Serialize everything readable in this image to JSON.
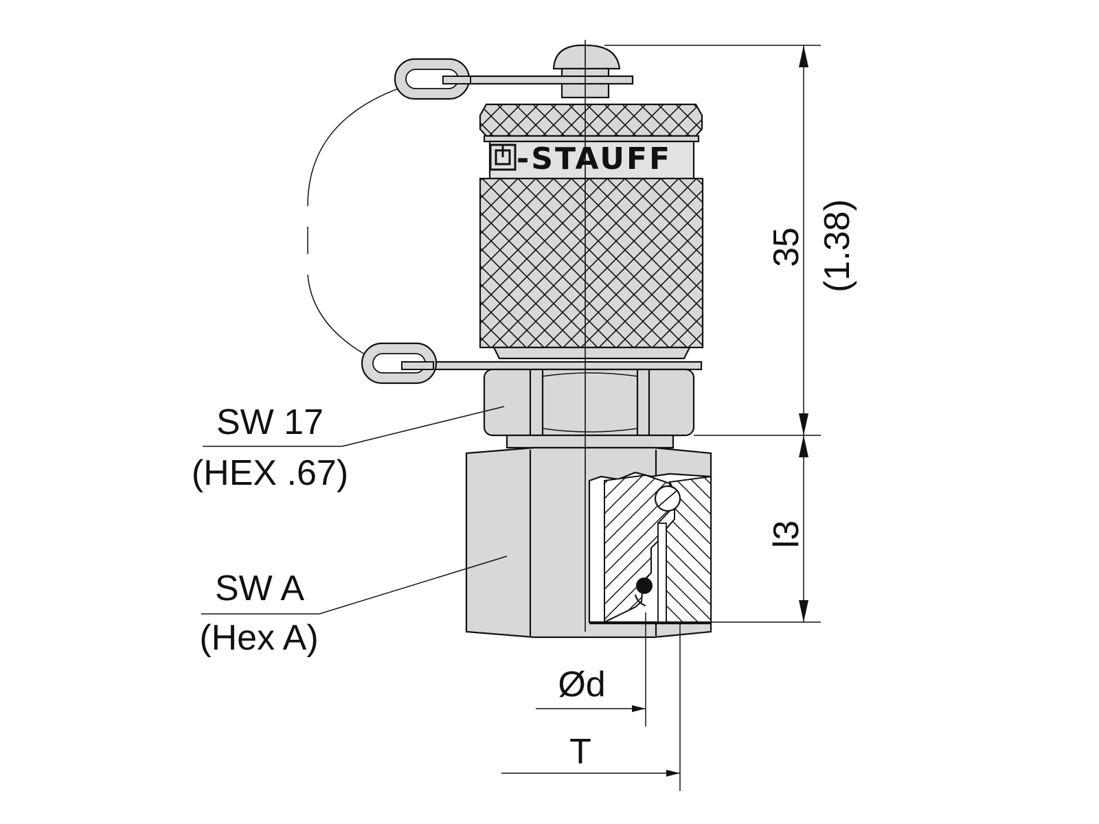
{
  "brand": {
    "text": "-STAUFF"
  },
  "labels": {
    "hex_nut": "SW 17",
    "hex_nut_imperial": "(HEX .67)",
    "hex_body": "SW A",
    "hex_body_imperial": "(Hex A)",
    "bore": "Ød",
    "thread": "T"
  },
  "dimensions": {
    "overall_height": "35",
    "overall_height_imperial": "(1.38)",
    "thread_length": "l3"
  },
  "colors": {
    "body_fill": "#d8d8d8",
    "line": "#111111"
  }
}
